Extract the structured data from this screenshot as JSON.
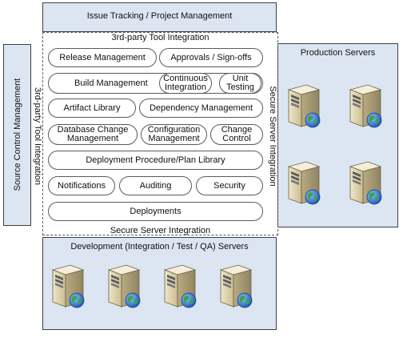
{
  "top_box": {
    "label": "Issue Tracking / Project Management"
  },
  "left_box": {
    "label": "Source Control Management"
  },
  "integration": {
    "top_label": "3rd-party Tool Integration",
    "left_label": "3rd-party Tool Integration",
    "right_label": "Secure Server Integration",
    "bottom_label": "Secure Server Integration"
  },
  "modules": {
    "release_management": "Release Management",
    "approvals": "Approvals / Sign-offs",
    "build_management": "Build Management",
    "continuous_integration": "Continuous\nIntegration",
    "unit_testing": "Unit\nTesting",
    "artifact_library": "Artifact Library",
    "dependency_management": "Dependency Management",
    "database_change_management": "Database Change\nManagement",
    "configuration_management": "Configuration\nManagement",
    "change_control": "Change\nControl",
    "deployment_library": "Deployment Procedure/Plan Library",
    "notifications": "Notifications",
    "auditing": "Auditing",
    "security": "Security",
    "deployments": "Deployments"
  },
  "production": {
    "label": "Production Servers",
    "server_count": 4
  },
  "development": {
    "label": "Development (Integration / Test / QA) Servers",
    "server_count": 4
  },
  "colors": {
    "panel_fill": "#dce6f2",
    "pill_fill": "#ffffff",
    "server_body": "#d8cba4",
    "globe_blue": "#2f6fd0",
    "globe_green": "#3aa447"
  },
  "icons": {
    "server": "server-with-globe-icon"
  }
}
